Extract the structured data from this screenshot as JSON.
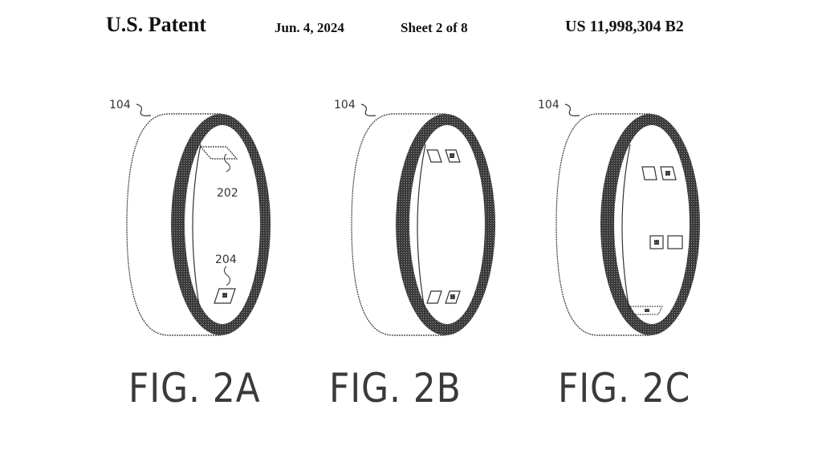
{
  "header": {
    "title": "U.S. Patent",
    "date": "Jun. 4, 2024",
    "sheet": "Sheet 2 of 8",
    "patent_number": "US 11,998,304 B2"
  },
  "figures": [
    {
      "caption": "FIG. 2A",
      "ring_ref": "104",
      "labels": [
        "202",
        "204"
      ]
    },
    {
      "caption": "FIG. 2B",
      "ring_ref": "104",
      "labels": []
    },
    {
      "caption": "FIG. 2C",
      "ring_ref": "104",
      "labels": []
    }
  ],
  "colors": {
    "ink": "#2a2a2a",
    "background": "#ffffff"
  }
}
